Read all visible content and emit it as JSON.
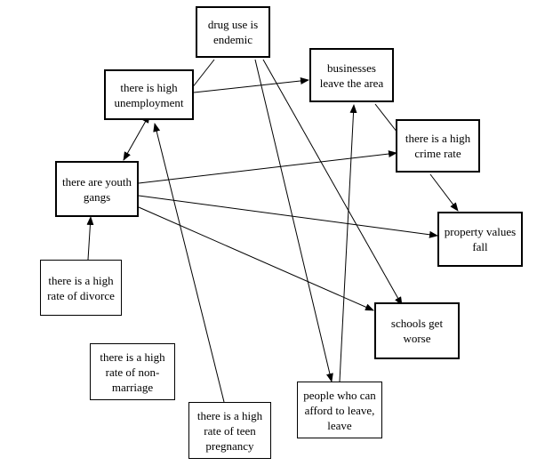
{
  "nodes": {
    "drug_use": "drug use is endemic",
    "unemployment": "there is high unemployment",
    "businesses_leave": "businesses leave the area",
    "crime_rate": "there is a high crime rate",
    "youth_gangs": "there are youth gangs",
    "property_values": "property values fall",
    "divorce": "there is a high rate of divorce",
    "schools_worse": "schools get worse",
    "non_marriage": "there is a high rate of non-marriage",
    "teen_pregnancy": "there is a high rate of teen pregnancy",
    "afford_to_leave": "people who can afford to leave, leave"
  },
  "edges": [
    {
      "from": "drug_use",
      "to": "unemployment",
      "arrow": "none"
    },
    {
      "from": "drug_use",
      "to": "afford_to_leave",
      "arrow": "end"
    },
    {
      "from": "drug_use",
      "to": "schools_worse",
      "arrow": "end"
    },
    {
      "from": "unemployment",
      "to": "businesses_leave",
      "arrow": "end"
    },
    {
      "from": "unemployment",
      "to": "youth_gangs",
      "arrow": "both"
    },
    {
      "from": "businesses_leave",
      "to": "crime_rate",
      "arrow": "none"
    },
    {
      "from": "crime_rate",
      "to": "property_values",
      "arrow": "end"
    },
    {
      "from": "youth_gangs",
      "to": "crime_rate",
      "arrow": "end"
    },
    {
      "from": "youth_gangs",
      "to": "property_values",
      "arrow": "end"
    },
    {
      "from": "youth_gangs",
      "to": "schools_worse",
      "arrow": "end"
    },
    {
      "from": "divorce",
      "to": "youth_gangs",
      "arrow": "end"
    },
    {
      "from": "teen_pregnancy",
      "to": "unemployment",
      "arrow": "end"
    },
    {
      "from": "afford_to_leave",
      "to": "businesses_leave",
      "arrow": "end"
    }
  ]
}
